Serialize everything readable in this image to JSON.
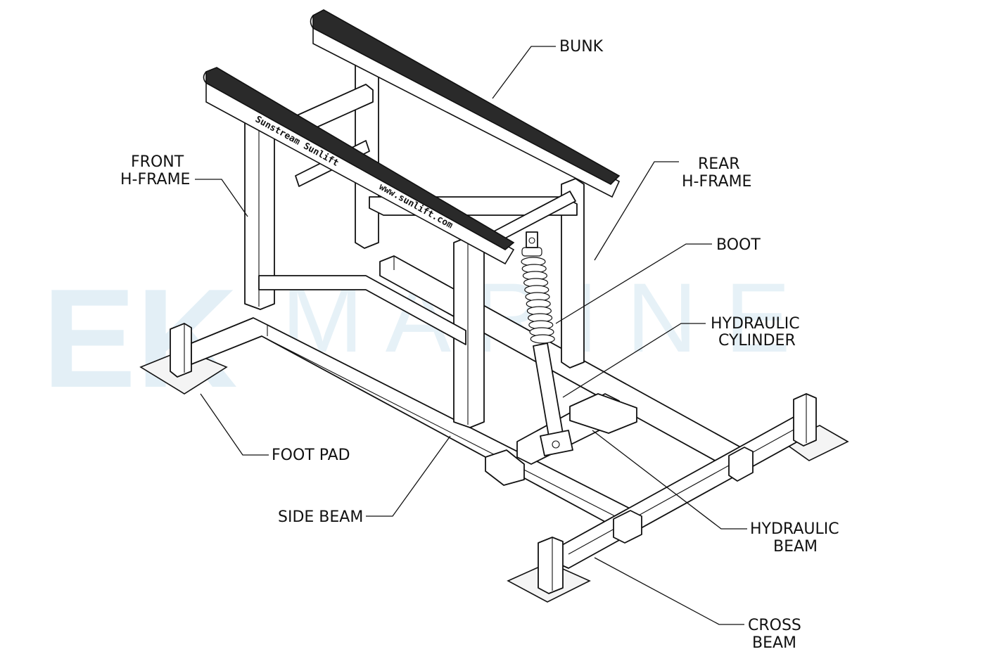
{
  "watermark": {
    "logo_letters": "EK",
    "text": "M A R I N E"
  },
  "bunk_decal": {
    "brand": "Sunstream Sunlift",
    "url": "www.sunlift.com"
  },
  "labels": {
    "bunk": "BUNK",
    "front_hframe_1": "FRONT",
    "front_hframe_2": "H-FRAME",
    "rear_hframe_1": "REAR",
    "rear_hframe_2": "H-FRAME",
    "boot": "BOOT",
    "hydraulic_cylinder_1": "HYDRAULIC",
    "hydraulic_cylinder_2": "CYLINDER",
    "foot_pad": "FOOT PAD",
    "side_beam": "SIDE BEAM",
    "hydraulic_beam_1": "HYDRAULIC",
    "hydraulic_beam_2": "BEAM",
    "cross_beam_1": "CROSS",
    "cross_beam_2": "BEAM"
  }
}
